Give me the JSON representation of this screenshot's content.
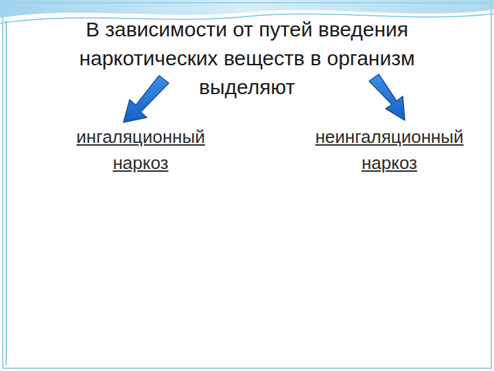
{
  "diagram": {
    "title": "В зависимости от путей введения наркотических веществ в организм выделяют",
    "labels": [
      "ингаляционный наркоз",
      "неингаляционный наркоз"
    ]
  }
}
